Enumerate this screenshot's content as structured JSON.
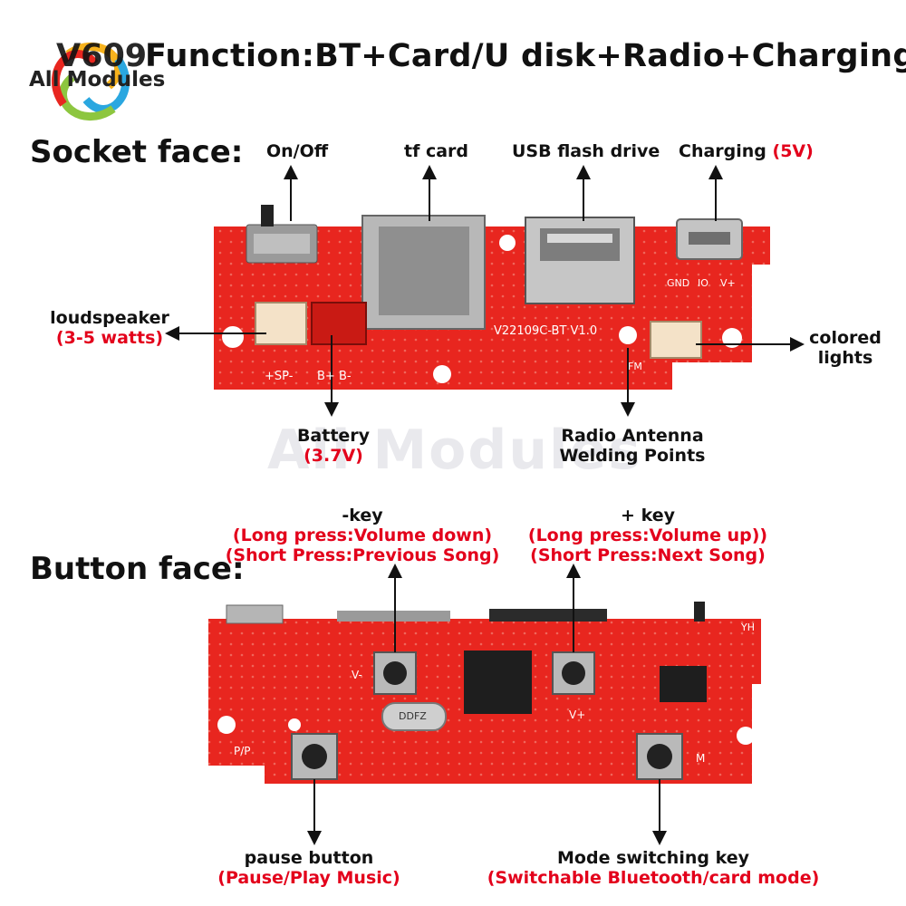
{
  "header": {
    "title_prefix": "V609",
    "title": "Function:BT+Card/U disk+Radio+Charging",
    "logo_text": "All Modules"
  },
  "watermark": "All Modules",
  "socket_face": {
    "heading": "Socket face:",
    "on_off": "On/Off",
    "tf_card": "tf card",
    "usb": "USB flash drive",
    "charging": "Charging",
    "charging_value": "(5V)",
    "loudspeaker": "loudspeaker",
    "loudspeaker_value": "(3-5 watts)",
    "colored_lights_1": "colored",
    "colored_lights_2": "lights",
    "battery": "Battery",
    "battery_value": "(3.7V)",
    "radio_1": "Radio Antenna",
    "radio_2": "Welding Points",
    "pcb_text": "V22109C-BT V1.0",
    "silk_sp": "+SP-",
    "silk_b": "B+  B-",
    "silk_fm": "FM",
    "silk_gnd": "GND",
    "silk_io": "IO",
    "silk_vplus": "V+"
  },
  "button_face": {
    "heading": "Button face:",
    "minus_key": "-key",
    "minus_long": "(Long press:Volume down)",
    "minus_short": "(Short Press:Previous Song)",
    "plus_key": "+ key",
    "plus_long": "(Long press:Volume up))",
    "plus_short": "(Short Press:Next Song)",
    "pause": "pause button",
    "pause_desc": "(Pause/Play Music)",
    "mode": "Mode switching key",
    "mode_desc": "(Switchable Bluetooth/card mode)",
    "silk_pp": "P/P",
    "silk_m": "M",
    "silk_vplus": "V+",
    "silk_vminus": "V-",
    "silk_yh": "YH",
    "crystal": "DDFZ"
  },
  "colors": {
    "pcb_red": "#e8261f",
    "label_red": "#e3001b"
  }
}
